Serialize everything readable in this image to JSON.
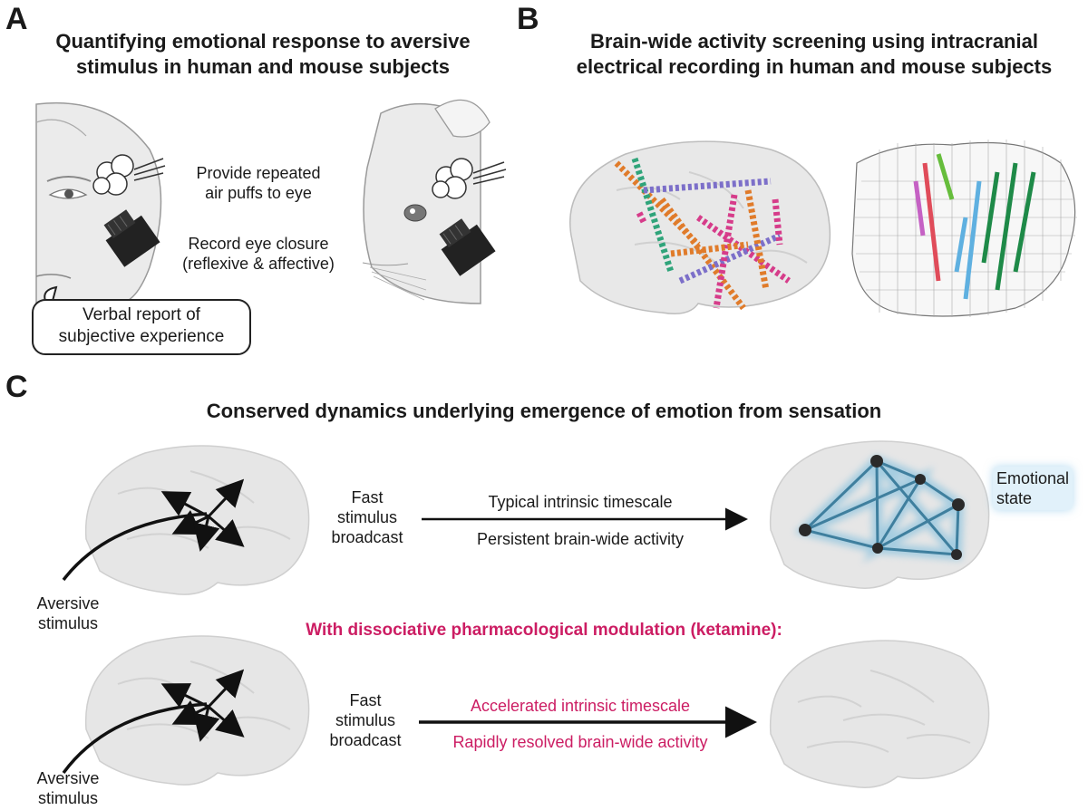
{
  "panels": {
    "a": {
      "letter": "A",
      "title_line1": "Quantifying emotional response to aversive",
      "title_line2": "stimulus in human and mouse subjects",
      "step1_line1": "Provide repeated",
      "step1_line2": "air puffs to eye",
      "step2_line1": "Record eye closure",
      "step2_line2": "(reflexive & affective)",
      "bubble_line1": "Verbal report of",
      "bubble_line2": "subjective experience"
    },
    "b": {
      "letter": "B",
      "title_line1": "Brain-wide activity screening using intracranial",
      "title_line2": "electrical recording in human and mouse subjects"
    },
    "c": {
      "letter": "C",
      "title": "Conserved dynamics underlying emergence of emotion from sensation",
      "top": {
        "stimulus_line1": "Aversive",
        "stimulus_line2": "stimulus",
        "broadcast_line1": "Fast",
        "broadcast_line2": "stimulus",
        "broadcast_line3": "broadcast",
        "arrow_above": "Typical intrinsic timescale",
        "arrow_below": "Persistent brain-wide activity",
        "result_line1": "Emotional",
        "result_line2": "state"
      },
      "modulation": "With dissociative pharmacological modulation (ketamine):",
      "bottom": {
        "stimulus_line1": "Aversive",
        "stimulus_line2": "stimulus",
        "broadcast_line1": "Fast",
        "broadcast_line2": "stimulus",
        "broadcast_line3": "broadcast",
        "arrow_above": "Accelerated intrinsic timescale",
        "arrow_below": "Rapidly resolved brain-wide activity"
      }
    }
  },
  "colors": {
    "accent_pink": "#cc1d63",
    "network_blue": "#5aa6c8",
    "brain_gray": "#d9d9d9"
  }
}
